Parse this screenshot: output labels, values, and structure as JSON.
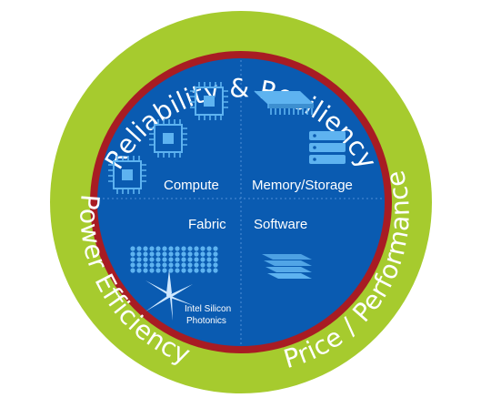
{
  "ring_labels": {
    "top": "Reliability & Resiliency",
    "left": "Power Efficiency",
    "right": "Price / Performance"
  },
  "quadrants": {
    "compute": "Compute",
    "memory_storage": "Memory/Storage",
    "fabric": "Fabric",
    "software": "Software"
  },
  "photonics_label": {
    "line1": "Intel Silicon",
    "line2": "Photonics"
  },
  "colors": {
    "outer_ring": "#a6cb2e",
    "red_ring": "#a81c23",
    "inner_disc": "#0a5bb1",
    "icon": "#5eb3f0"
  }
}
